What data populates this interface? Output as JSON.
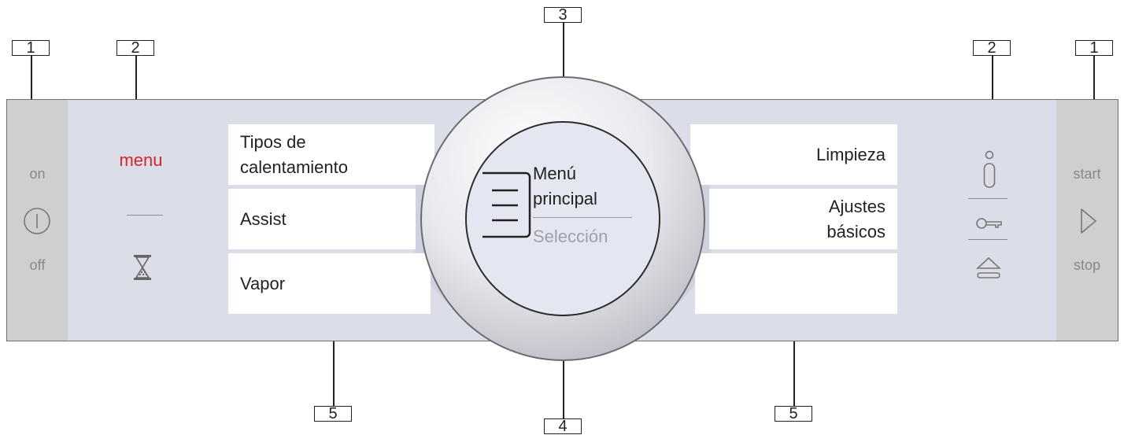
{
  "callouts": {
    "left_on_off": "1",
    "left_menu": "2",
    "top_knob": "3",
    "right_info": "2",
    "right_start": "1",
    "bottom_left_fields": "5",
    "bottom_knob": "4",
    "bottom_right_fields": "5"
  },
  "left_control": {
    "on": "on",
    "off": "off"
  },
  "menu_control": {
    "label": "menu"
  },
  "left_fields": {
    "row1_line1": "Tipos de",
    "row1_line2": "calentamiento",
    "row2": "Assist",
    "row3": "Vapor"
  },
  "right_fields": {
    "row1": "Limpieza",
    "row2_line1": "Ajustes",
    "row2_line2": "básicos",
    "row3": ""
  },
  "knob_display": {
    "title_line1": "Menú",
    "title_line2": "principal",
    "subtitle": "Selección"
  },
  "right_control": {
    "start": "start",
    "stop": "stop"
  },
  "colors": {
    "menu_text": "#d8242e",
    "panel": "#dbdde8",
    "side": "#cfcfd1"
  },
  "icons": [
    "power-icon",
    "hourglass-icon",
    "menu-lines-icon",
    "info-icon",
    "key-icon",
    "eject-icon",
    "play-icon"
  ]
}
